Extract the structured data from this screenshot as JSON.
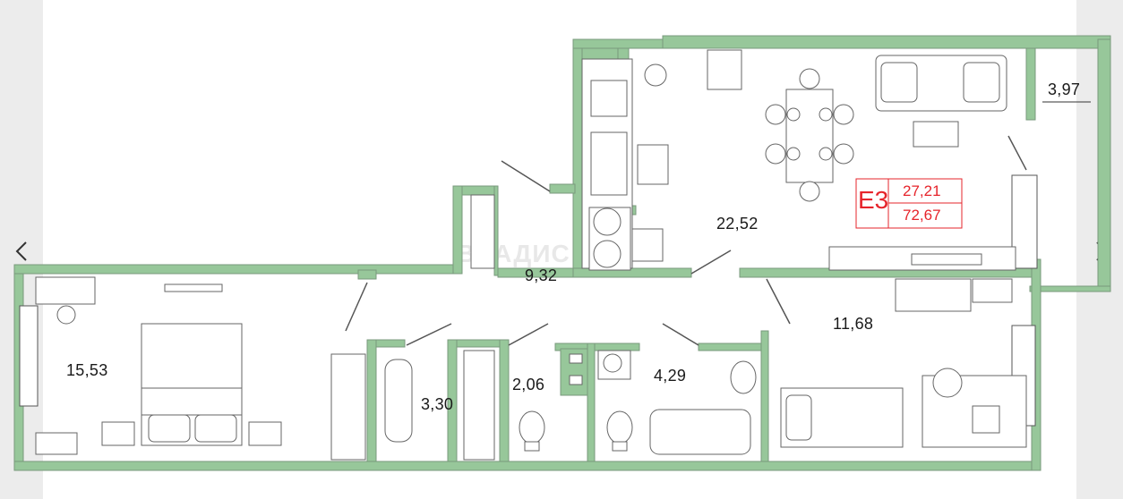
{
  "navigation": {
    "prev_symbol": "‹",
    "next_symbol": "›"
  },
  "rooms": {
    "living_kitchen": "22,52",
    "balcony": "3,97",
    "hall": "9,32",
    "bedroom_left": "15,53",
    "bedroom_right": "11,68",
    "wardrobe": "3,30",
    "toilet": "2,06",
    "bathroom": "4,29"
  },
  "unit": {
    "code": "Е3",
    "living_area": "27,21",
    "total_area": "72,67"
  },
  "watermark": "ВЛАДИС",
  "colors": {
    "wall": "#97c79a",
    "wall_outline": "#6b6b6b",
    "label_accent": "#e6242b"
  }
}
